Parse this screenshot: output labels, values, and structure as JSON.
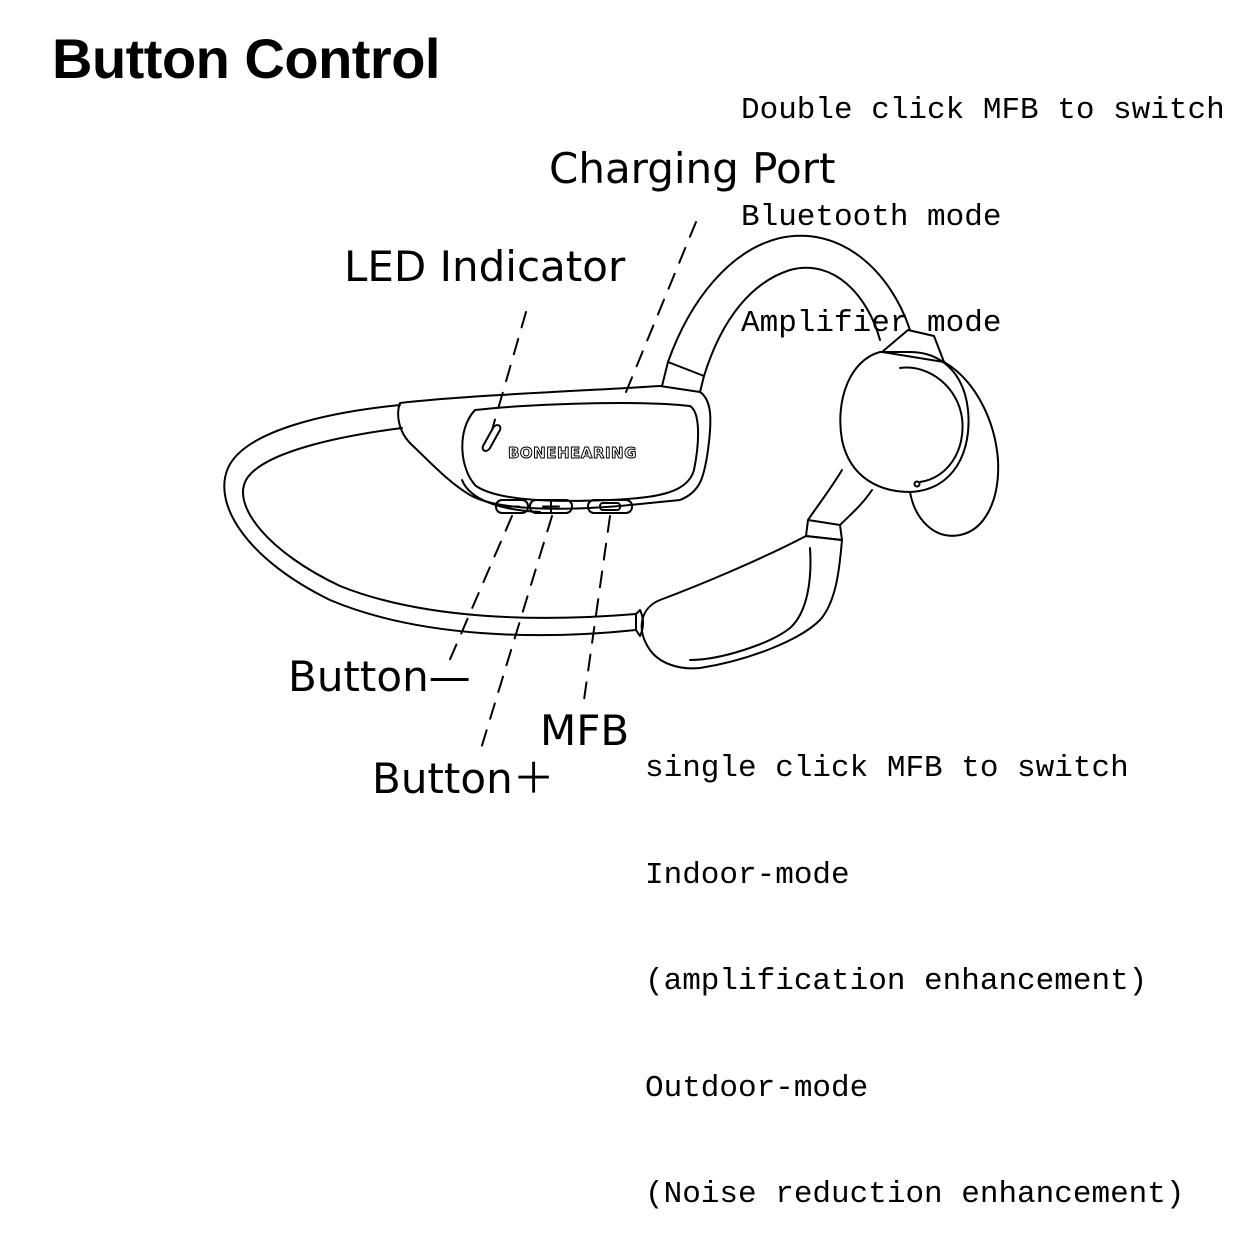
{
  "title": "Button Control",
  "double_click_note": {
    "lines": [
      "Double click MFB to switch",
      "Bluetooth mode",
      "Amplifier mode"
    ]
  },
  "labels": {
    "charging_port": "Charging Port",
    "led_indicator": "LED Indicator",
    "button_minus": "Button—",
    "mfb": "MFB",
    "button_plus": "Button＋"
  },
  "single_click_note": {
    "lines": [
      "single click MFB to switch",
      "Indoor-mode",
      "(amplification enhancement)",
      "Outdoor-mode",
      "(Noise reduction enhancement)"
    ]
  },
  "device": {
    "brand": "BONEHEARING"
  }
}
